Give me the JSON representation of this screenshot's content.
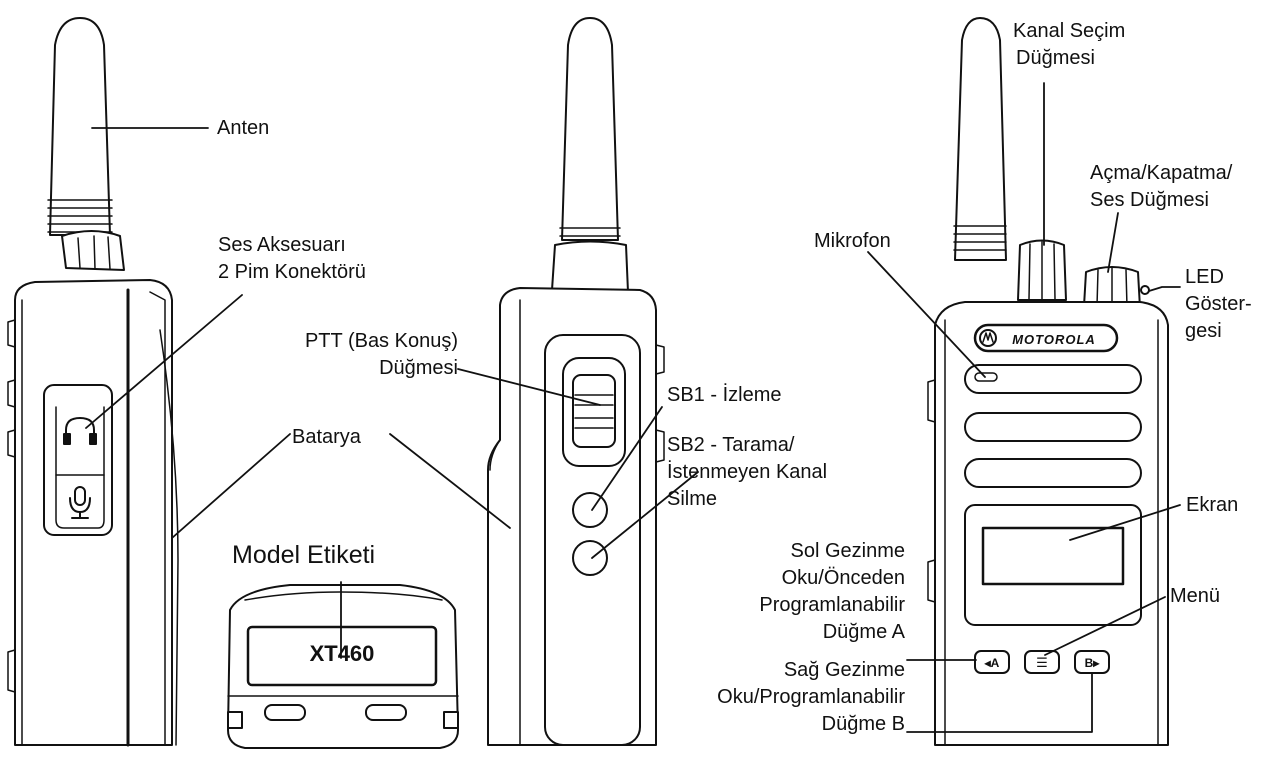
{
  "labels": {
    "antenna": "Anten",
    "audio_accessory": [
      "Ses Aksesuarı",
      "2 Pim Konektörü"
    ],
    "ptt": [
      "PTT (Bas Konuş)",
      "Düğmesi"
    ],
    "battery": "Batarya",
    "model_label": "Model Etiketi",
    "model_number": "XT460",
    "sb1": "SB1 - İzleme",
    "sb2": [
      "SB2 - Tarama/",
      "İstenmeyen Kanal",
      "Silme"
    ],
    "channel_knob": [
      "Kanal Seçim",
      "Düğmesi"
    ],
    "power_volume": [
      "Açma/Kapatma/",
      "Ses Düğmesi"
    ],
    "microphone": "Mikrofon",
    "led": [
      "LED",
      "Göster-",
      "gesi"
    ],
    "display": "Ekran",
    "menu": "Menü",
    "left_nav": [
      "Sol Gezinme",
      "Oku/Önceden",
      "Programlanabilir",
      "Düğme A"
    ],
    "right_nav": [
      "Sağ Gezinme",
      "Oku/Programlanabilir",
      "Düğme B"
    ]
  },
  "device": {
    "brand": "MOTOROLA",
    "button_a": "◂A",
    "button_b": "B▸",
    "menu_glyph": "☰"
  },
  "colors": {
    "ink": "#111111",
    "paper": "#ffffff"
  }
}
